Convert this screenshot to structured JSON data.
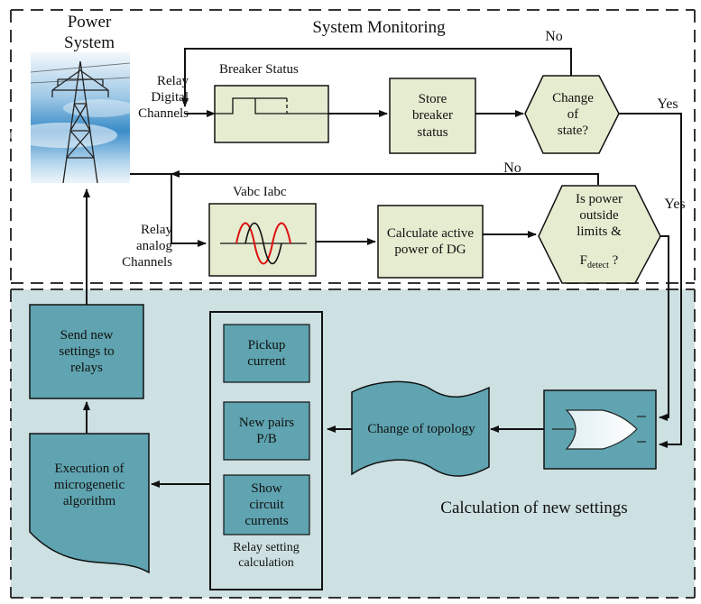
{
  "title": "System Monitoring",
  "power_system_label": "Power\nSystem",
  "relay_digital_label": "Relay\nDigital\nChannels",
  "relay_analog_label": "Relay\nanalog\nChannels",
  "breaker_status_label": "Breaker Status",
  "vabc_label": "Vabc Iabc",
  "store_breaker_label": "Store\nbreaker\nstatus",
  "change_of_state_label": "Change\nof\nstate?",
  "calc_power_label": "Calculate active\npower of DG",
  "power_outside_label": "Is power\noutside\nlimits &",
  "fdetect_main": "F",
  "fdetect_sub": "detect",
  "fdetect_q": " ?",
  "no_label_1": "No",
  "no_label_2": "No",
  "yes_label_1": "Yes",
  "yes_label_2": "Yes",
  "send_settings_label": "Send new\nsettings to\nrelays",
  "execution_label": "Execution of\nmicrogenetic\nalgorithm",
  "pickup_label": "Pickup\ncurrent",
  "new_pairs_label": "New pairs\nP/B",
  "show_currents_label": "Show\ncircuit\ncurrents",
  "relay_setting_label": "Relay setting\ncalculation",
  "change_topology_label": "Change of topology",
  "calc_new_settings_label": "Calculation of new settings",
  "colors": {
    "green_box": "#e6ecd0",
    "teal_box": "#5fa4b0",
    "teal_dark": "#4b8f9c",
    "panel_bg": "#cde0e2"
  },
  "icons": [
    "transmission-tower-icon",
    "breaker-switch-icon",
    "sine-wave-icon",
    "or-gate-icon"
  ]
}
